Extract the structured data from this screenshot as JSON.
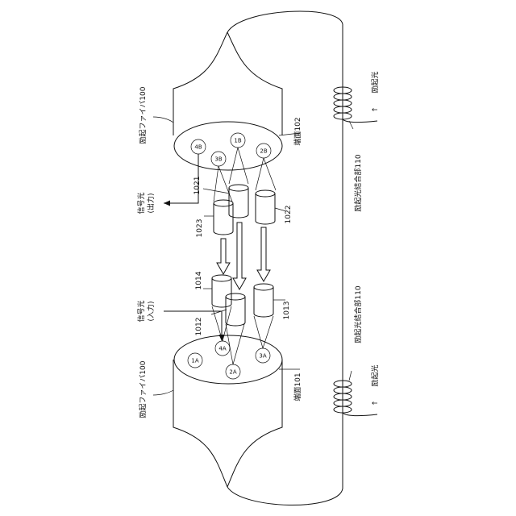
{
  "labels": {
    "fiber_top": "励起ファイバ100",
    "fiber_bottom": "励起ファイバ100",
    "endface_top": "端面102",
    "endface_bottom": "端面101",
    "pump_top": "励起光",
    "pump_bottom": "励起光",
    "coupler_top": "励起光結合部110",
    "coupler_bottom": "励起光結合部110",
    "signal_out_1": "信号光",
    "signal_out_2": "(出力)",
    "signal_in_1": "信号光",
    "signal_in_2": "(入力)",
    "lens_1021": "1021",
    "lens_1022": "1022",
    "lens_1023": "1023",
    "lens_1014": "1014",
    "lens_1012": "1012",
    "lens_1013": "1013",
    "arrow_top": "↑",
    "arrow_bottom": "↑"
  },
  "cores_top": [
    "4B",
    "3B",
    "1B",
    "2B"
  ],
  "cores_bottom": [
    "1A",
    "4A",
    "2A",
    "3A"
  ]
}
